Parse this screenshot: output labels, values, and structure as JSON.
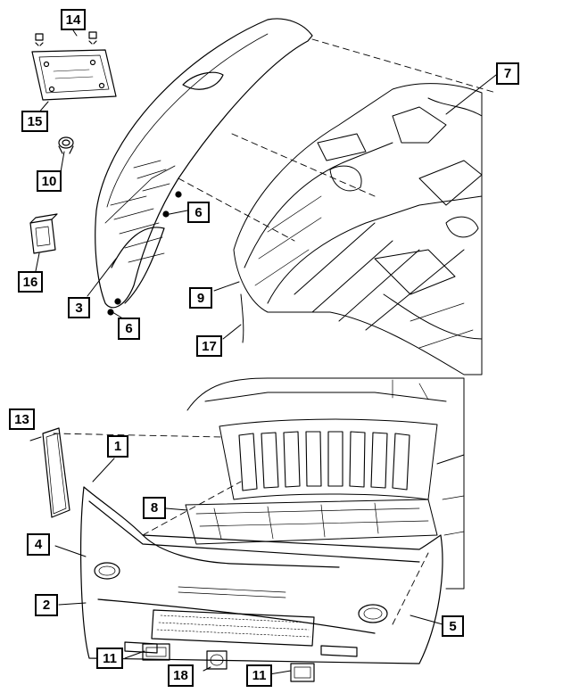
{
  "diagram": {
    "callouts": [
      {
        "id": "c14",
        "text": "14"
      },
      {
        "id": "c15",
        "text": "15"
      },
      {
        "id": "c10",
        "text": "10"
      },
      {
        "id": "c16",
        "text": "16"
      },
      {
        "id": "c3",
        "text": "3"
      },
      {
        "id": "c6a",
        "text": "6"
      },
      {
        "id": "c6b",
        "text": "6"
      },
      {
        "id": "c7",
        "text": "7"
      },
      {
        "id": "c9",
        "text": "9"
      },
      {
        "id": "c17",
        "text": "17"
      },
      {
        "id": "c13",
        "text": "13"
      },
      {
        "id": "c1",
        "text": "1"
      },
      {
        "id": "c8",
        "text": "8"
      },
      {
        "id": "c4",
        "text": "4"
      },
      {
        "id": "c2",
        "text": "2"
      },
      {
        "id": "c5",
        "text": "5"
      },
      {
        "id": "c11a",
        "text": "11"
      },
      {
        "id": "c18",
        "text": "18"
      },
      {
        "id": "c11b",
        "text": "11"
      }
    ]
  }
}
